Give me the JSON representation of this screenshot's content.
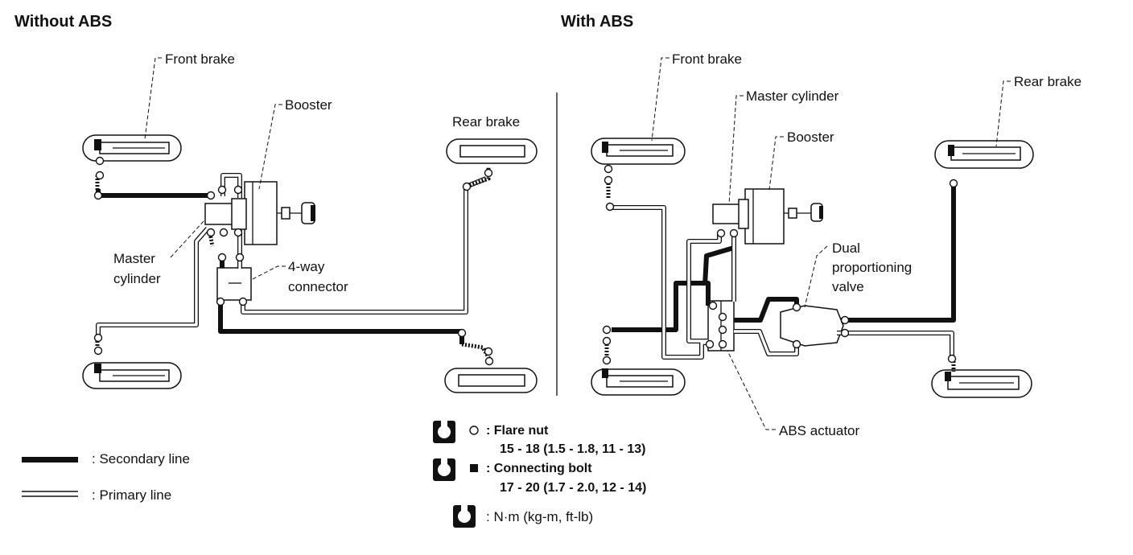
{
  "headings": {
    "without_abs": "Without ABS",
    "with_abs": "With ABS"
  },
  "left_labels": {
    "front_brake": "Front brake",
    "booster": "Booster",
    "rear_brake": "Rear brake",
    "master": "Master",
    "cylinder": "cylinder",
    "four_way": "4-way",
    "connector": "connector"
  },
  "right_labels": {
    "front_brake": "Front brake",
    "master_cylinder": "Master cylinder",
    "booster": "Booster",
    "rear_brake": "Rear brake",
    "dual": "Dual",
    "proportioning": "proportioning",
    "valve": "valve",
    "abs_actuator": "ABS actuator"
  },
  "legend": {
    "secondary_line": ": Secondary line",
    "primary_line": ": Primary line"
  },
  "torque": {
    "flare_nut_label": ": Flare nut",
    "flare_nut_value": "15 - 18 (1.5 - 1.8, 11 - 13)",
    "connecting_bolt_label": ": Connecting bolt",
    "connecting_bolt_value": "17 - 20 (1.7 - 2.0, 12 - 14)",
    "unit": ": N·m (kg-m, ft-lb)"
  }
}
